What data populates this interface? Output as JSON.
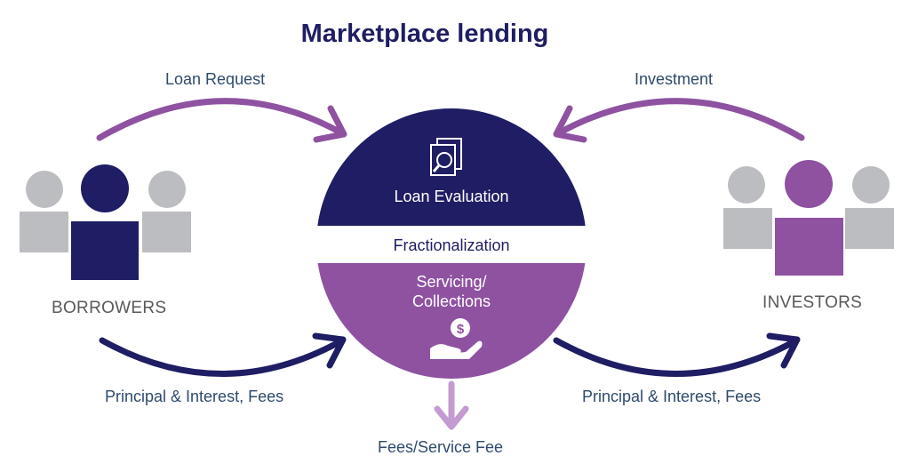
{
  "title": "Marketplace lending",
  "labels": {
    "loan_request": "Loan Request",
    "investment": "Investment",
    "borrowers": "BORROWERS",
    "investors": "INVESTORS",
    "principal_left": "Principal & Interest, Fees",
    "principal_right": "Principal & Interest, Fees",
    "fees": "Fees/Service Fee"
  },
  "circle": {
    "top": "Loan Evaluation",
    "middle": "Fractionalization",
    "bottom_line1": "Servicing/",
    "bottom_line2": "Collections"
  },
  "colors": {
    "navy": "#1f1d63",
    "purple": "#8e52a1",
    "light_purple": "#c39bd0",
    "gray": "#bcbdc0"
  }
}
